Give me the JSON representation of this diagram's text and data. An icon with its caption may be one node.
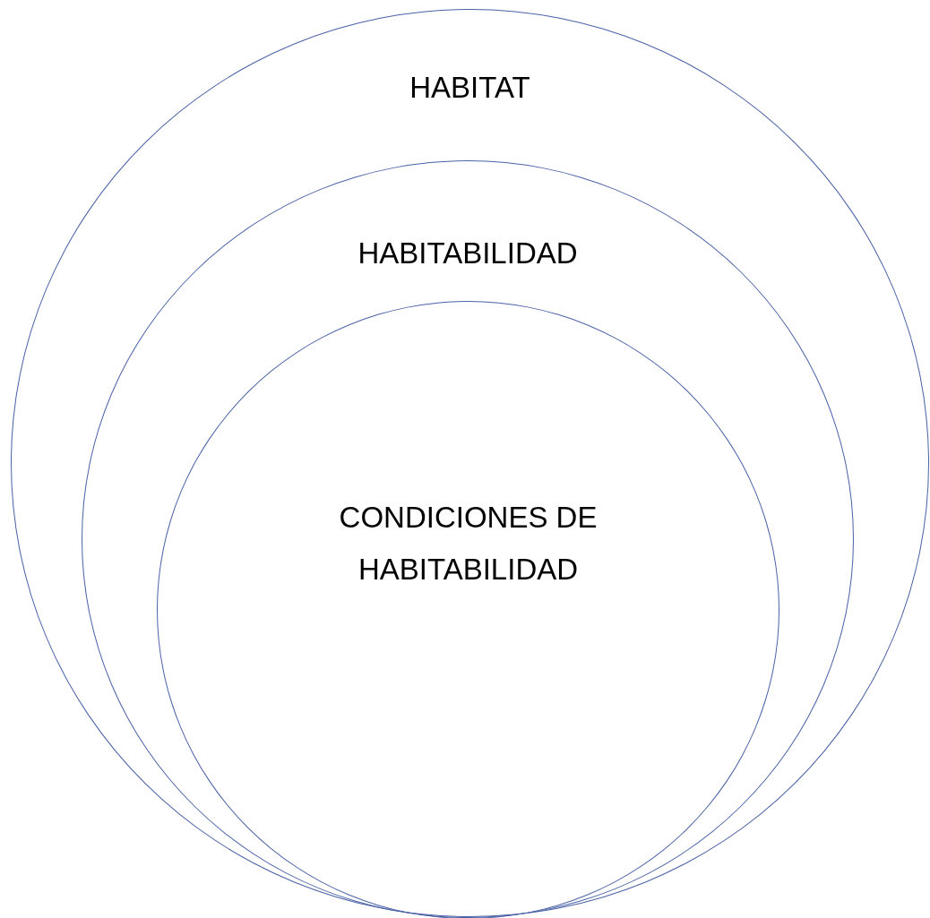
{
  "diagram": {
    "nodes": [
      {
        "text": [
          "HABITAT"
        ]
      },
      {
        "text": [
          "HABITABILIDAD"
        ],
        "in": 0
      },
      {
        "text": [
          "CONDICIONES DE HABITABILIDAD"
        ],
        "in": 1
      }
    ]
  }
}
